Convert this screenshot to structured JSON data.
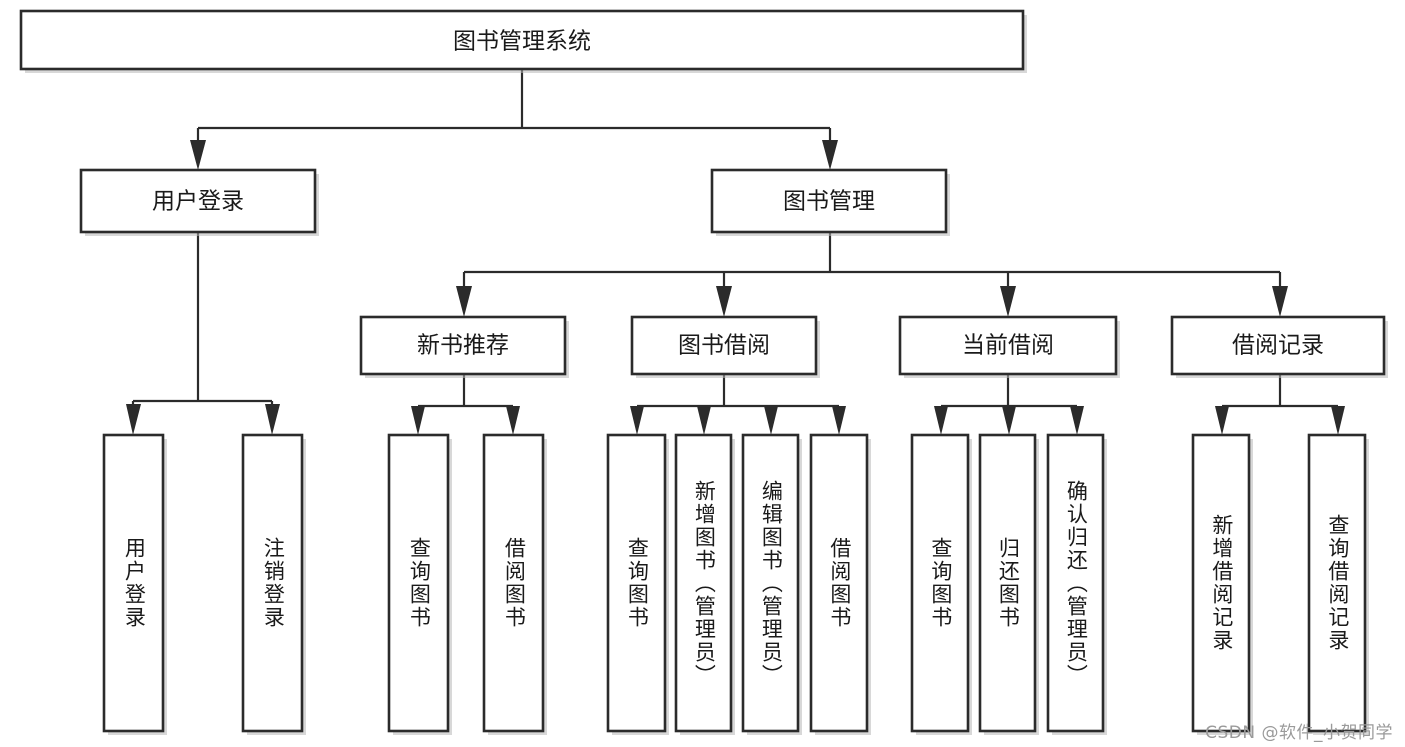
{
  "diagram": {
    "type": "tree-hierarchy",
    "title": "图书管理系统",
    "watermark": "CSDN @软件_小贺同学",
    "colors": {
      "box_stroke": "#2b2b2b",
      "box_fill": "#ffffff",
      "text": "#1a1a1a",
      "edge": "#2b2b2b",
      "watermark": "#9a9a9a",
      "background": "#ffffff"
    },
    "levels": {
      "root": {
        "label": "图书管理系统"
      },
      "level2": [
        {
          "label": "用户登录"
        },
        {
          "label": "图书管理"
        }
      ],
      "level3": [
        {
          "label": "新书推荐"
        },
        {
          "label": "图书借阅"
        },
        {
          "label": "当前借阅"
        },
        {
          "label": "借阅记录"
        }
      ],
      "leaves": {
        "user_login": [
          {
            "label": "用户登录"
          },
          {
            "label": "注销登录"
          }
        ],
        "new_book_recommend": [
          {
            "label": "查询图书"
          },
          {
            "label": "借阅图书"
          }
        ],
        "book_borrow": [
          {
            "label": "查询图书"
          },
          {
            "label": "新增图书（管理员）"
          },
          {
            "label": "编辑图书（管理员）"
          },
          {
            "label": "借阅图书"
          }
        ],
        "current_borrow": [
          {
            "label": "查询图书"
          },
          {
            "label": "归还图书"
          },
          {
            "label": "确认归还（管理员）"
          }
        ],
        "borrow_record": [
          {
            "label": "新增借阅记录"
          },
          {
            "label": "查询借阅记录"
          }
        ]
      }
    }
  }
}
